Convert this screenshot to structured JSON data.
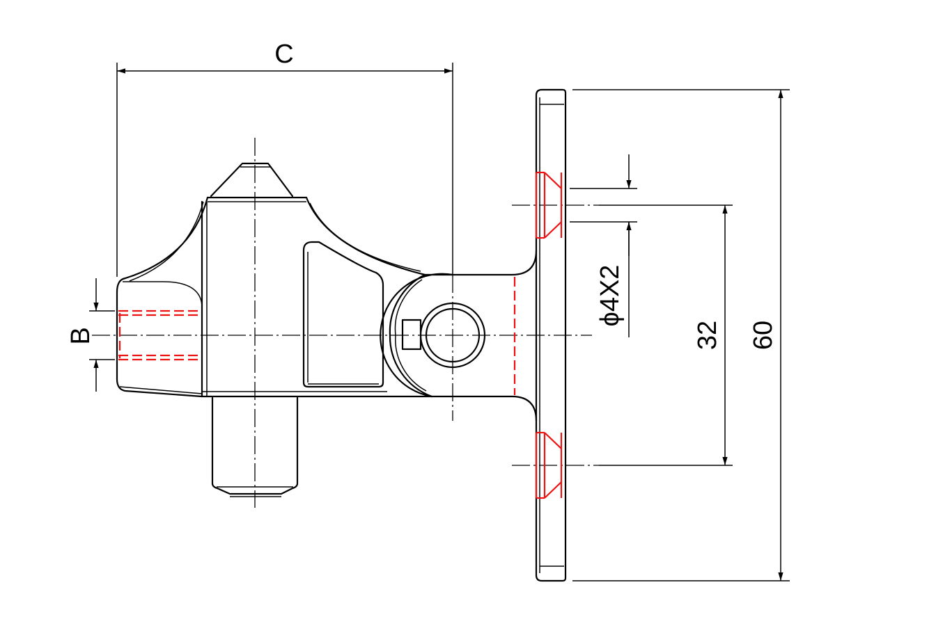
{
  "dimensions": {
    "c_label": "C",
    "b_label": "B",
    "hole_label": "ϕ4X2",
    "spacing_label": "32",
    "height_label": "60"
  },
  "colors": {
    "outline": "#000000",
    "hidden_lines": "#ee1111"
  }
}
